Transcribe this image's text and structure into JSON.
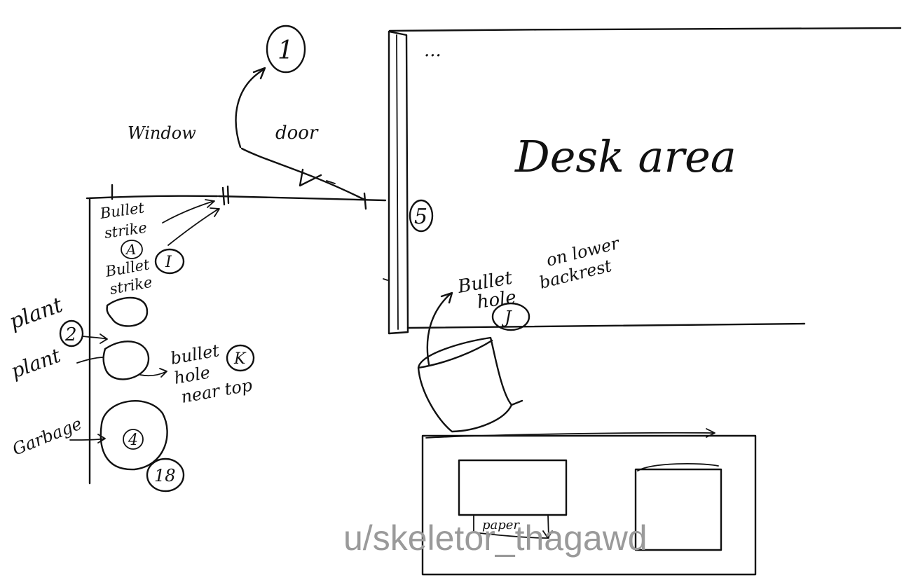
{
  "labels": {
    "window": "Window",
    "door": "door",
    "desk_area": "Desk area",
    "bullet_strike_1": [
      "Bullet",
      "strike"
    ],
    "bullet_strike_2": [
      "Bullet",
      "strike"
    ],
    "plant_1": "plant",
    "plant_2": "plant",
    "bullet_hole_near_top": [
      "bullet",
      "hole",
      "near top"
    ],
    "garbage": "Garbage",
    "bullet_hole_backrest": [
      "Bullet",
      "hole",
      "on lower",
      "backrest"
    ],
    "paper": "paper",
    "ellipsis": "..."
  },
  "markers": {
    "m1": "1",
    "m2": "2",
    "m4": "4",
    "m5": "5",
    "m18": "18",
    "mA": "A",
    "mI": "I",
    "mJ": "J",
    "mK": "K"
  },
  "watermark": "u/skeletor_thagawd"
}
